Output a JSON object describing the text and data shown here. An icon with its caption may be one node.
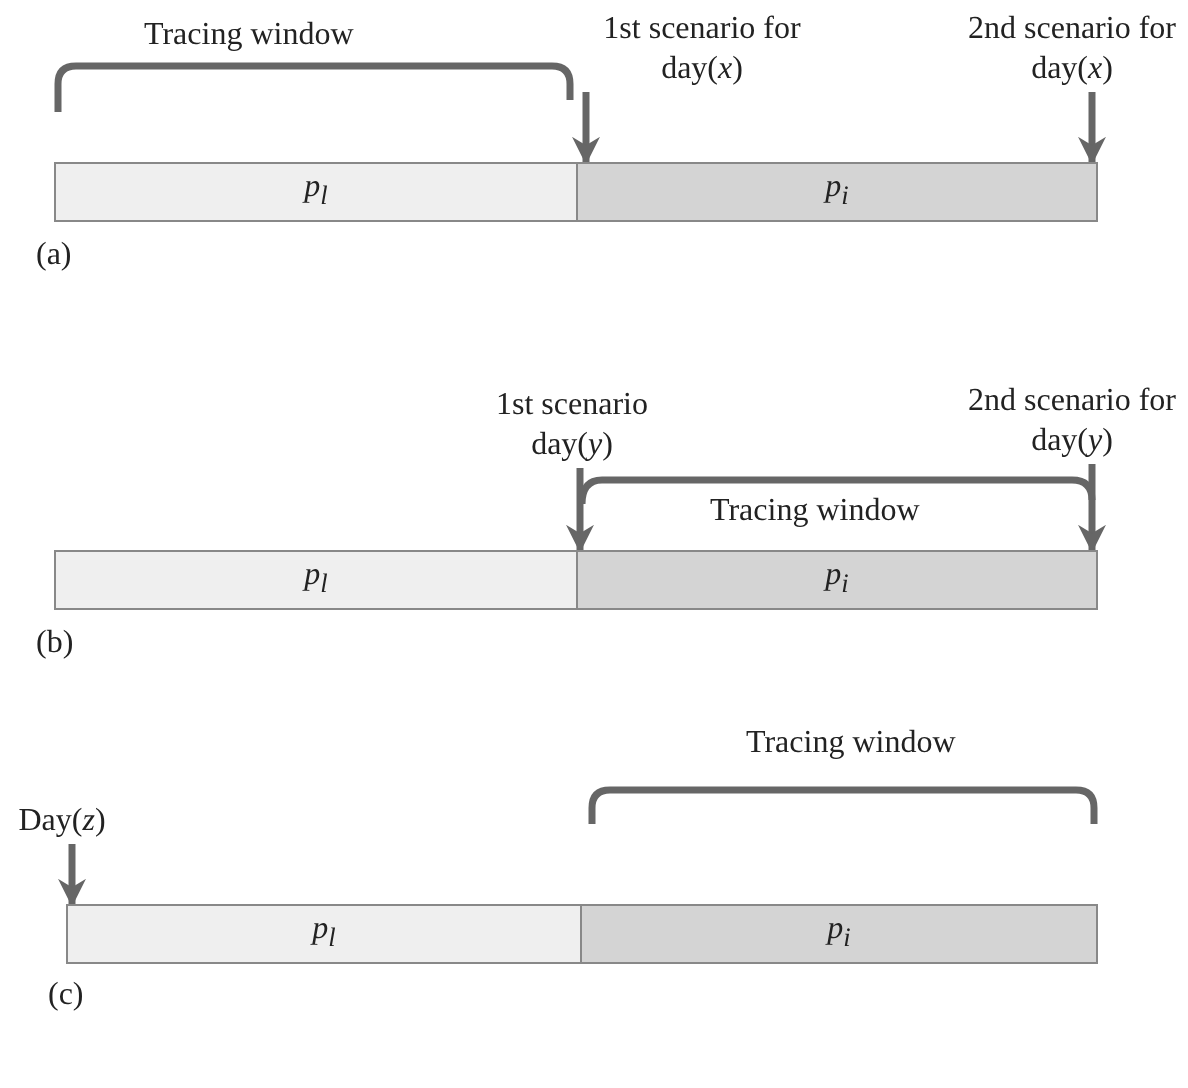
{
  "diagram": {
    "nodes": [
      {
        "text": [
          "1st scenario for day(*x*)"
        ]
      },
      {
        "text": [
          "2nd scenario for day(*x*)"
        ]
      },
      {
        "text": [
          "p$_{l}$"
        ]
      },
      {
        "text": [
          "p$_{i}$"
        ]
      },
      {
        "text": [
          "1st scenario day(*y*)"
        ]
      },
      {
        "text": [
          "2nd scenario for day(*y*)"
        ]
      },
      {
        "text": [
          "p$_{l}$"
        ]
      },
      {
        "text": [
          "p$_{i}$"
        ]
      },
      {
        "text": [
          "Day(*z*)"
        ]
      },
      {
        "text": [
          "p$_{l}$"
        ]
      },
      {
        "text": [
          "p$_{i}$"
        ]
      }
    ],
    "edges": [
      {
        "from": 0,
        "to": 3,
        "arrow": "to"
      },
      {
        "from": 1,
        "to": 3,
        "arrow": "to"
      },
      {
        "from": 4,
        "to": 7,
        "arrow": "to"
      },
      {
        "from": 5,
        "to": 7,
        "arrow": "to"
      },
      {
        "from": 8,
        "to": 9,
        "arrow": "to"
      }
    ],
    "labels": [
      "Tracing window",
      "(a)",
      "Tracing window",
      "(b)",
      "Tracing window",
      "(c)"
    ]
  }
}
